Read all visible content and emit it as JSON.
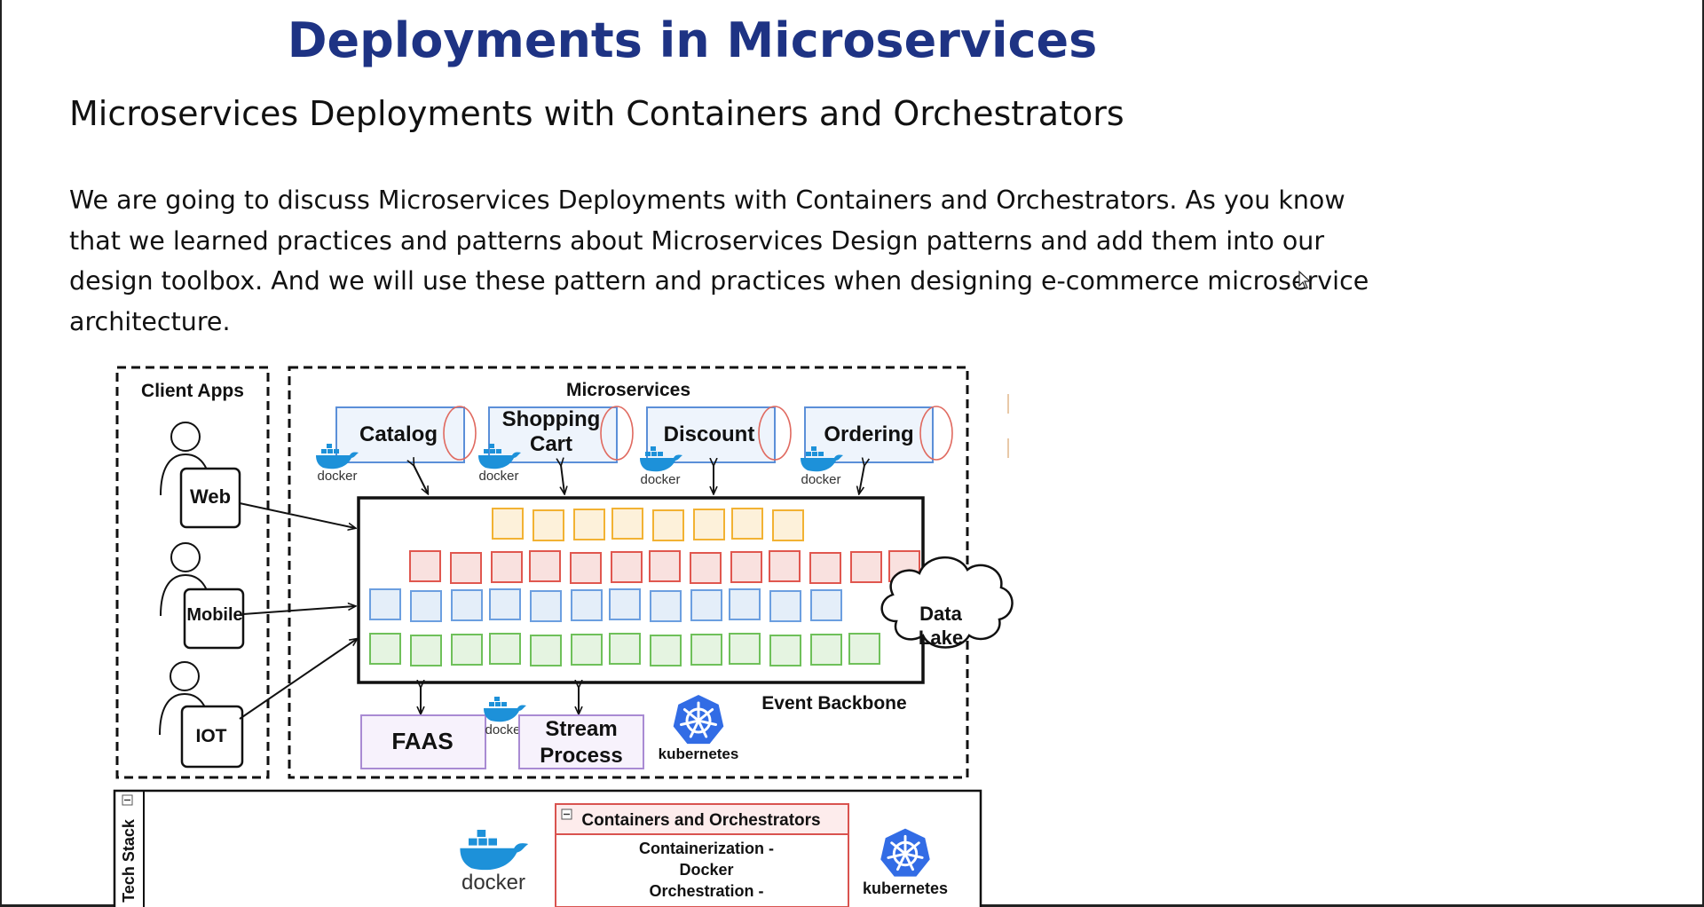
{
  "slide": {
    "title": "Deployments in Microservices",
    "subtitle": "Microservices Deployments with Containers and Orchestrators",
    "paragraph": "We are going to discuss Microservices Deployments with Containers and Orchestrators. As you know that we learned practices and patterns about Microservices Design patterns and add them into our design toolbox. And we will use these pattern and practices when designing e-commerce microservice architecture."
  },
  "diagram": {
    "client_apps": {
      "label": "Client Apps",
      "clients": [
        "Web",
        "Mobile",
        "IOT"
      ]
    },
    "microservices": {
      "label": "Microservices",
      "services": [
        "Catalog",
        "Shopping",
        "Cart",
        "Discount",
        "Ordering"
      ],
      "docker_label": "docker"
    },
    "event_backbone": {
      "label": "Event Backbone",
      "row_counts": [
        8,
        13,
        12,
        13
      ],
      "row_colors": [
        "#f2b233",
        "#e0574f",
        "#6c9fe0",
        "#6fc05a"
      ]
    },
    "data_lake": {
      "line1": "Data",
      "line2": "Lake"
    },
    "faas": {
      "label": "FAAS"
    },
    "stream": {
      "line1": "Stream",
      "line2": "Process"
    },
    "kubernetes_label": "kubernetes",
    "tech_stack": {
      "label": "Tech Stack",
      "docker_label": "docker",
      "kubernetes_label": "kubernetes",
      "containers_title": "Containers and Orchestrators",
      "line1": "Containerization -",
      "line2": "Docker",
      "line3": "Orchestration -"
    },
    "colors": {
      "docker": "#1d91d9",
      "kubernetes": "#326ce5",
      "service_box": "#5b8fd8",
      "service_hand": "#e06a60",
      "faas_box": "#a98bd3",
      "containers_border": "#d9534f"
    }
  }
}
